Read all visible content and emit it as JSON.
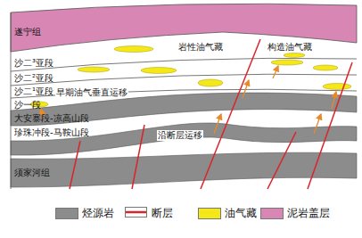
{
  "diagram": {
    "labels": [
      "遂宁组",
      "沙二³亚段",
      "沙二²亚段",
      "沙二¹亚段",
      "沙一段",
      "大安寨段-凉高山段",
      "珍珠冲段-马鞍山段",
      "须家河组",
      "岩性油气藏",
      "构造油气藏",
      "早期油气垂直运移",
      "沿断层运移"
    ],
    "legend": [
      {
        "text": "烃源岩",
        "color": "#8c8c8c"
      },
      {
        "text": "断层"
      },
      {
        "text": "油气藏",
        "color": "#f5e81a"
      },
      {
        "text": "泥岩盖层",
        "color": "#d886b4"
      }
    ]
  }
}
